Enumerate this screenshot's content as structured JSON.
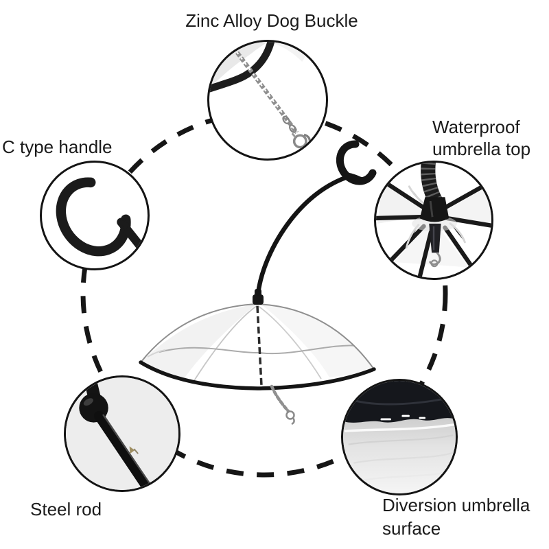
{
  "colors": {
    "background": "#ffffff",
    "outline": "#161616",
    "text": "#1b1b1b",
    "photo_light_gray": "#ededed",
    "photo_dark": "#15171c",
    "metal_gray": "#8f8f8f"
  },
  "callouts": {
    "top": {
      "label": "Zinc Alloy Dog Buckle",
      "icon": "metal-chain-icon"
    },
    "left": {
      "label": "C type handle",
      "icon": "c-handle-icon"
    },
    "right": {
      "label_line1": "Waterproof",
      "label_line2": "umbrella top",
      "icon": "umbrella-top-icon"
    },
    "bottom_left": {
      "label": "Steel rod",
      "icon": "steel-rod-icon"
    },
    "bottom_right": {
      "label_line1": "Diversion umbrella",
      "label_line2": "surface",
      "icon": "umbrella-surface-icon"
    }
  },
  "center": {
    "icon": "transparent-dog-umbrella-illustration"
  }
}
